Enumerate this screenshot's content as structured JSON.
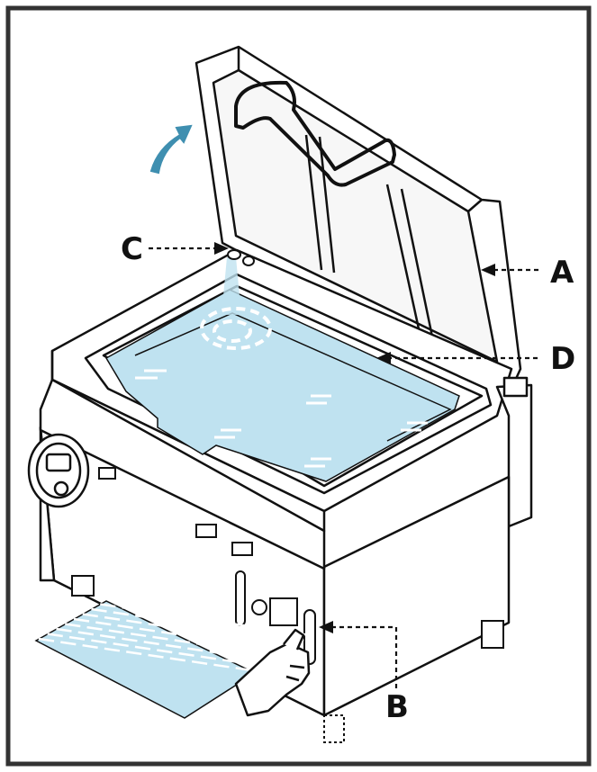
{
  "labels": {
    "a": "A",
    "b": "B",
    "c": "C",
    "d": "D"
  },
  "colors": {
    "frame": "#333333",
    "line": "#111111",
    "water": "#bfe2f0",
    "arrow": "#3f8fb0",
    "grate": "#bfe2f0"
  },
  "icons": {
    "lift_arrow": "curved-arrow-icon",
    "hand": "hand-icon"
  }
}
